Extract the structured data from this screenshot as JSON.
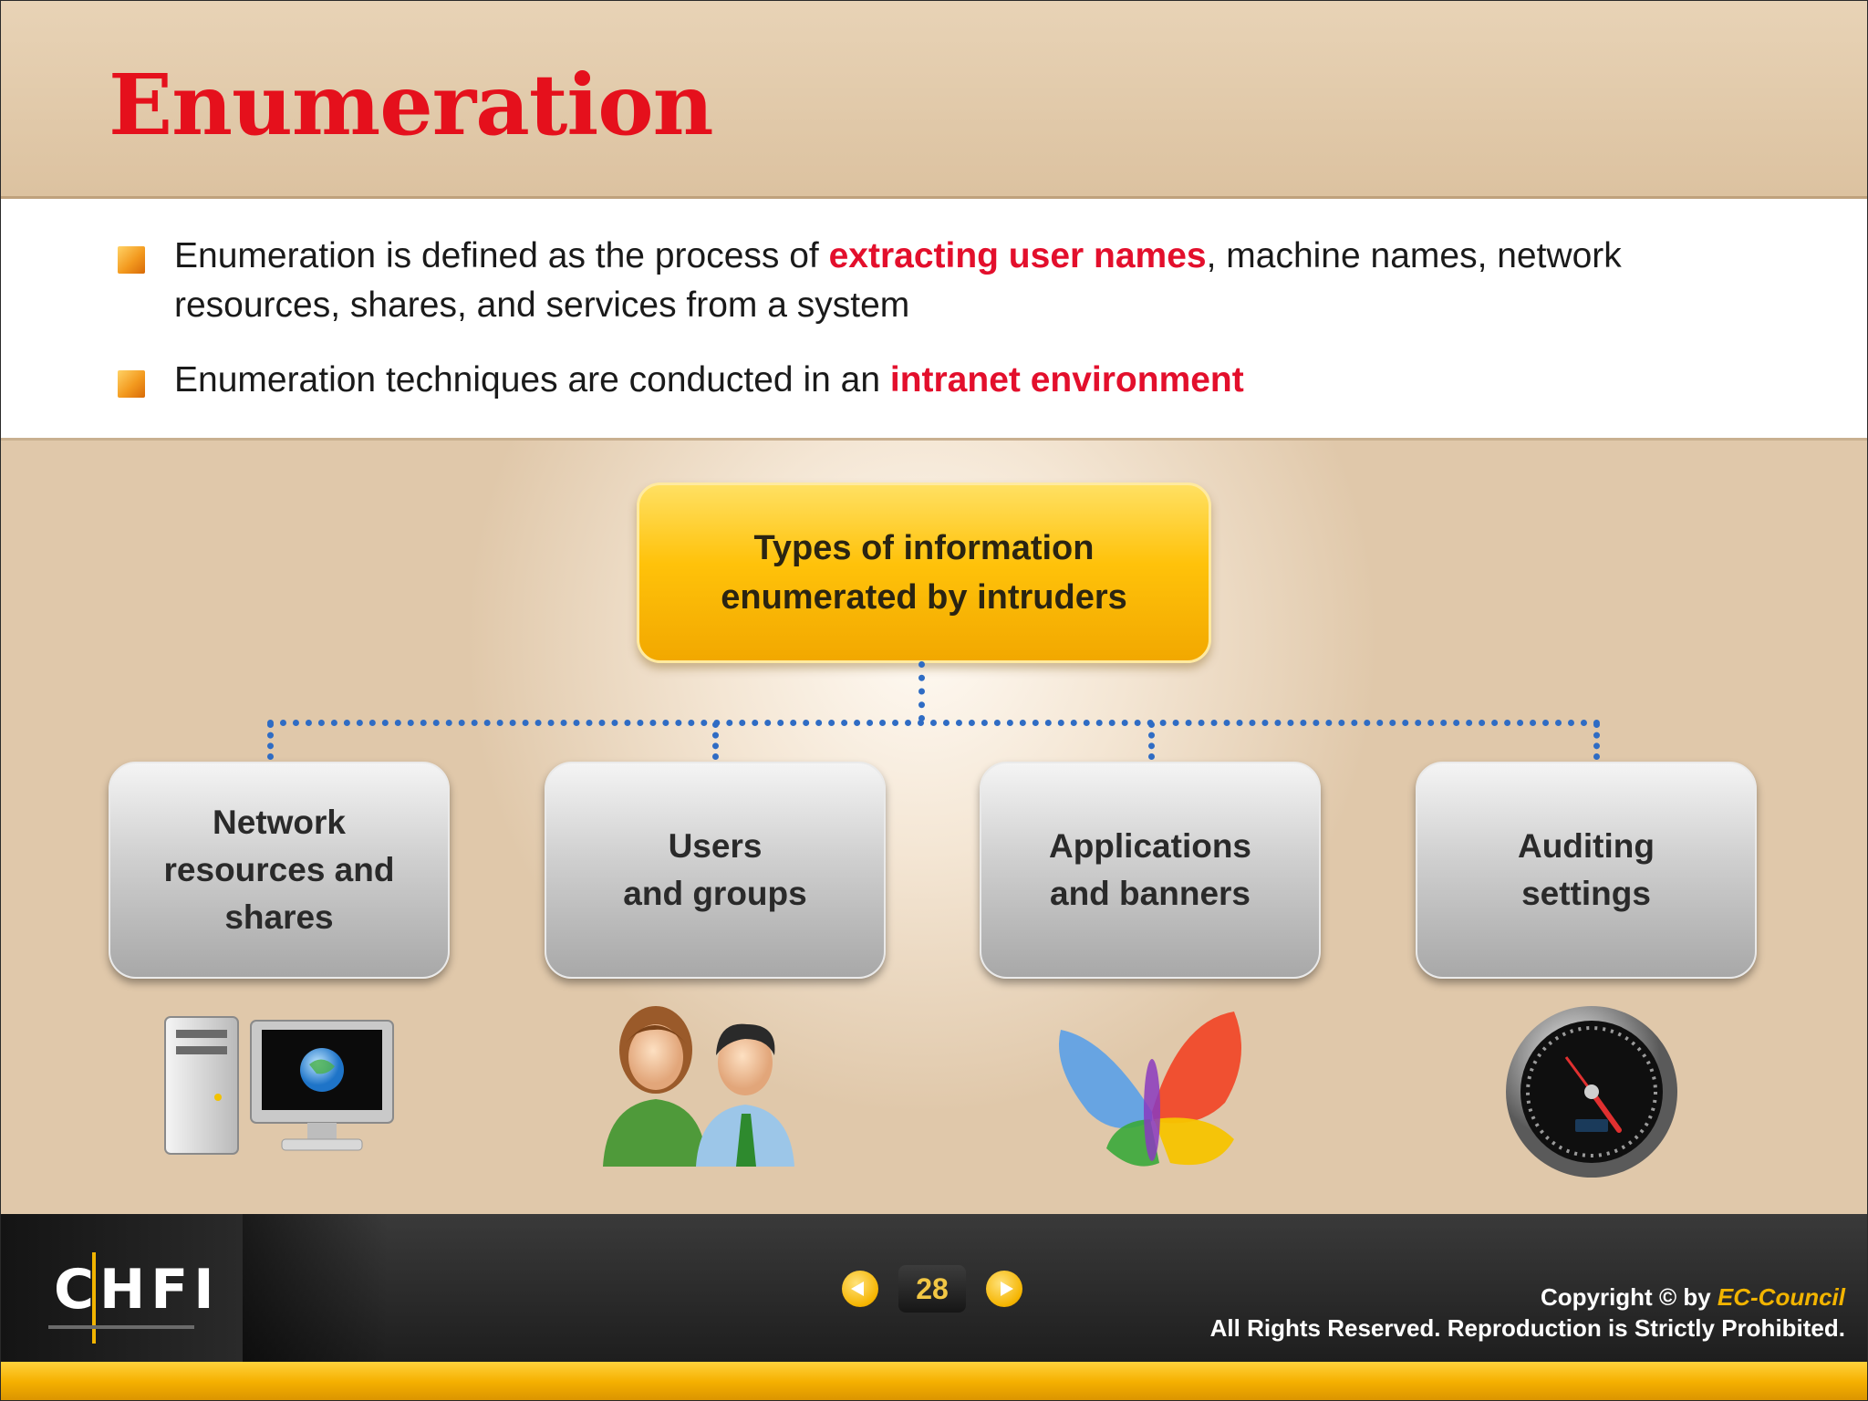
{
  "slide": {
    "title": "Enumeration",
    "bullets": [
      {
        "pre": "Enumeration is defined as the process of ",
        "highlight": "extracting user names",
        "post": ", machine names, network",
        "line2": "resources, shares, and services from a system"
      },
      {
        "pre": "Enumeration techniques are conducted in an ",
        "highlight": "intranet environment",
        "post": ""
      }
    ],
    "diagram": {
      "root": {
        "line1": "Types of information",
        "line2": "enumerated by intruders"
      },
      "children": [
        {
          "lines": [
            "Network",
            "resources and",
            "shares"
          ],
          "icon": "computer-icon"
        },
        {
          "lines": [
            "Users",
            "and groups"
          ],
          "icon": "users-icon"
        },
        {
          "lines": [
            "Applications",
            "and banners"
          ],
          "icon": "butterfly-icon"
        },
        {
          "lines": [
            "Auditing",
            "settings"
          ],
          "icon": "gauge-icon"
        }
      ]
    }
  },
  "footer": {
    "logo": "CHFI",
    "page_number": "28",
    "copyright_line1_pre": "Copyright © by ",
    "copyright_brand": "EC-Council",
    "copyright_line2": "All Rights Reserved. Reproduction is Strictly Prohibited."
  },
  "colors": {
    "title": "#e5101c",
    "highlight": "#e30f2c",
    "root_box": "#ffc20a",
    "connector": "#2f6cc4",
    "footer_bar": "#f5b000"
  }
}
